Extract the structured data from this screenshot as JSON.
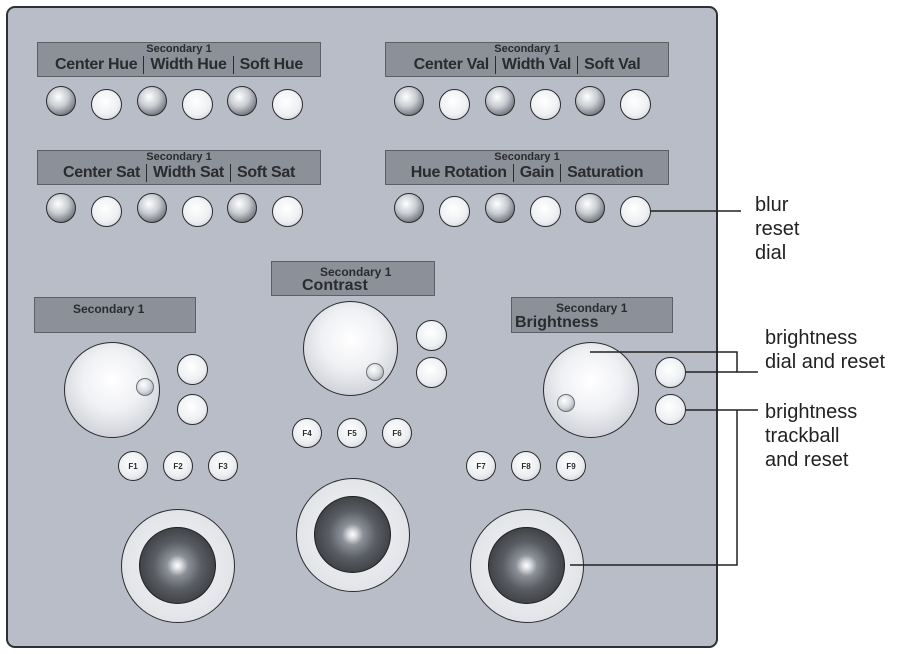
{
  "secondary_label": "Secondary 1",
  "hue_panel": {
    "items": [
      "Center Hue",
      "Width Hue",
      "Soft Hue"
    ]
  },
  "val_panel": {
    "items": [
      "Center Val",
      "Width Val",
      "Soft Val"
    ]
  },
  "sat_panel": {
    "items": [
      "Center Sat",
      "Width Sat",
      "Soft Sat"
    ]
  },
  "rot_panel": {
    "items": [
      "Hue Rotation",
      "Gain",
      "Saturation"
    ]
  },
  "left_panel": {
    "title": "Secondary 1"
  },
  "center_panel": {
    "title": "Secondary 1",
    "label": "Contrast"
  },
  "right_panel": {
    "title": "Secondary 1",
    "label": "Brightness"
  },
  "function_keys": [
    "F1",
    "F2",
    "F3",
    "F4",
    "F5",
    "F6",
    "F7",
    "F8",
    "F9"
  ],
  "annotations": {
    "blur": [
      "blur",
      "reset",
      "dial"
    ],
    "brightness_dial": [
      "brightness",
      "dial and reset"
    ],
    "brightness_trackball": [
      "brightness",
      "trackball",
      "and reset"
    ]
  },
  "colors": {
    "panel": "#b9bdc7",
    "label_strip": "#8c9099",
    "outline": "#2a2b2e"
  }
}
